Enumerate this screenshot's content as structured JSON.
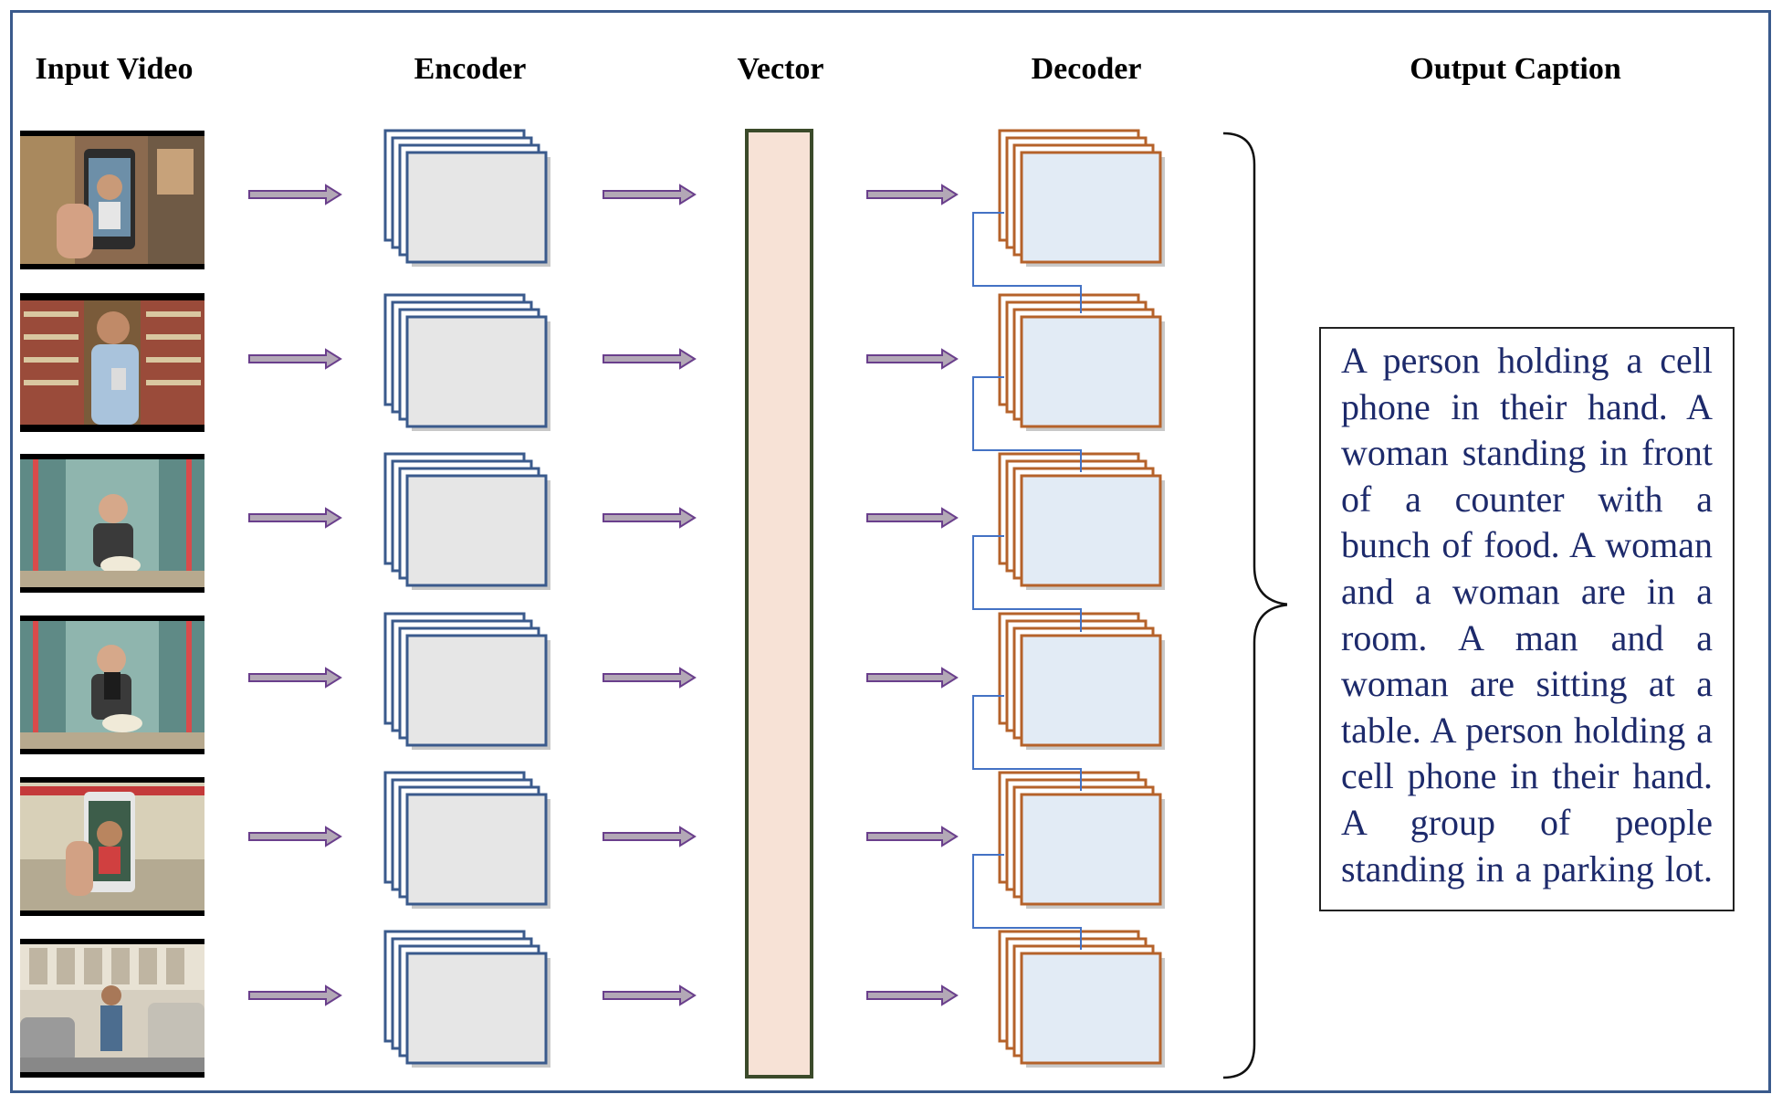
{
  "headers": {
    "input_video": "Input Video",
    "encoder": "Encoder",
    "vector": "Vector",
    "decoder": "Decoder",
    "output_caption": "Output Caption"
  },
  "colors": {
    "frame_border": "#3a5a8c",
    "encoder_border": "#3a5a8c",
    "encoder_fill": "#e6e6e6",
    "decoder_border": "#b5622a",
    "decoder_fill": "#e2ebf5",
    "vector_fill": "#f7e2d6",
    "vector_border": "#3b4a2a",
    "arrow_fill": "#b3a8b6",
    "arrow_stroke": "#6a3f8c",
    "connector": "#4472c4",
    "caption_text": "#1d2a6b"
  },
  "video_frames": [
    {
      "name": "frame-1",
      "description_icon": "video-thumbnail"
    },
    {
      "name": "frame-2",
      "description_icon": "video-thumbnail"
    },
    {
      "name": "frame-3",
      "description_icon": "video-thumbnail"
    },
    {
      "name": "frame-4",
      "description_icon": "video-thumbnail"
    },
    {
      "name": "frame-5",
      "description_icon": "video-thumbnail"
    },
    {
      "name": "frame-6",
      "description_icon": "video-thumbnail"
    }
  ],
  "caption_lines": [
    "A person holding a cell",
    "phone in their hand. A",
    "woman standing in front",
    "of a counter with a",
    "bunch of food. A woman",
    "and a woman are in a",
    "room. A man and a",
    "woman are sitting at a",
    "table. A person holding a",
    "cell phone in their hand.",
    "A group of people",
    "standing in a parking lot."
  ]
}
